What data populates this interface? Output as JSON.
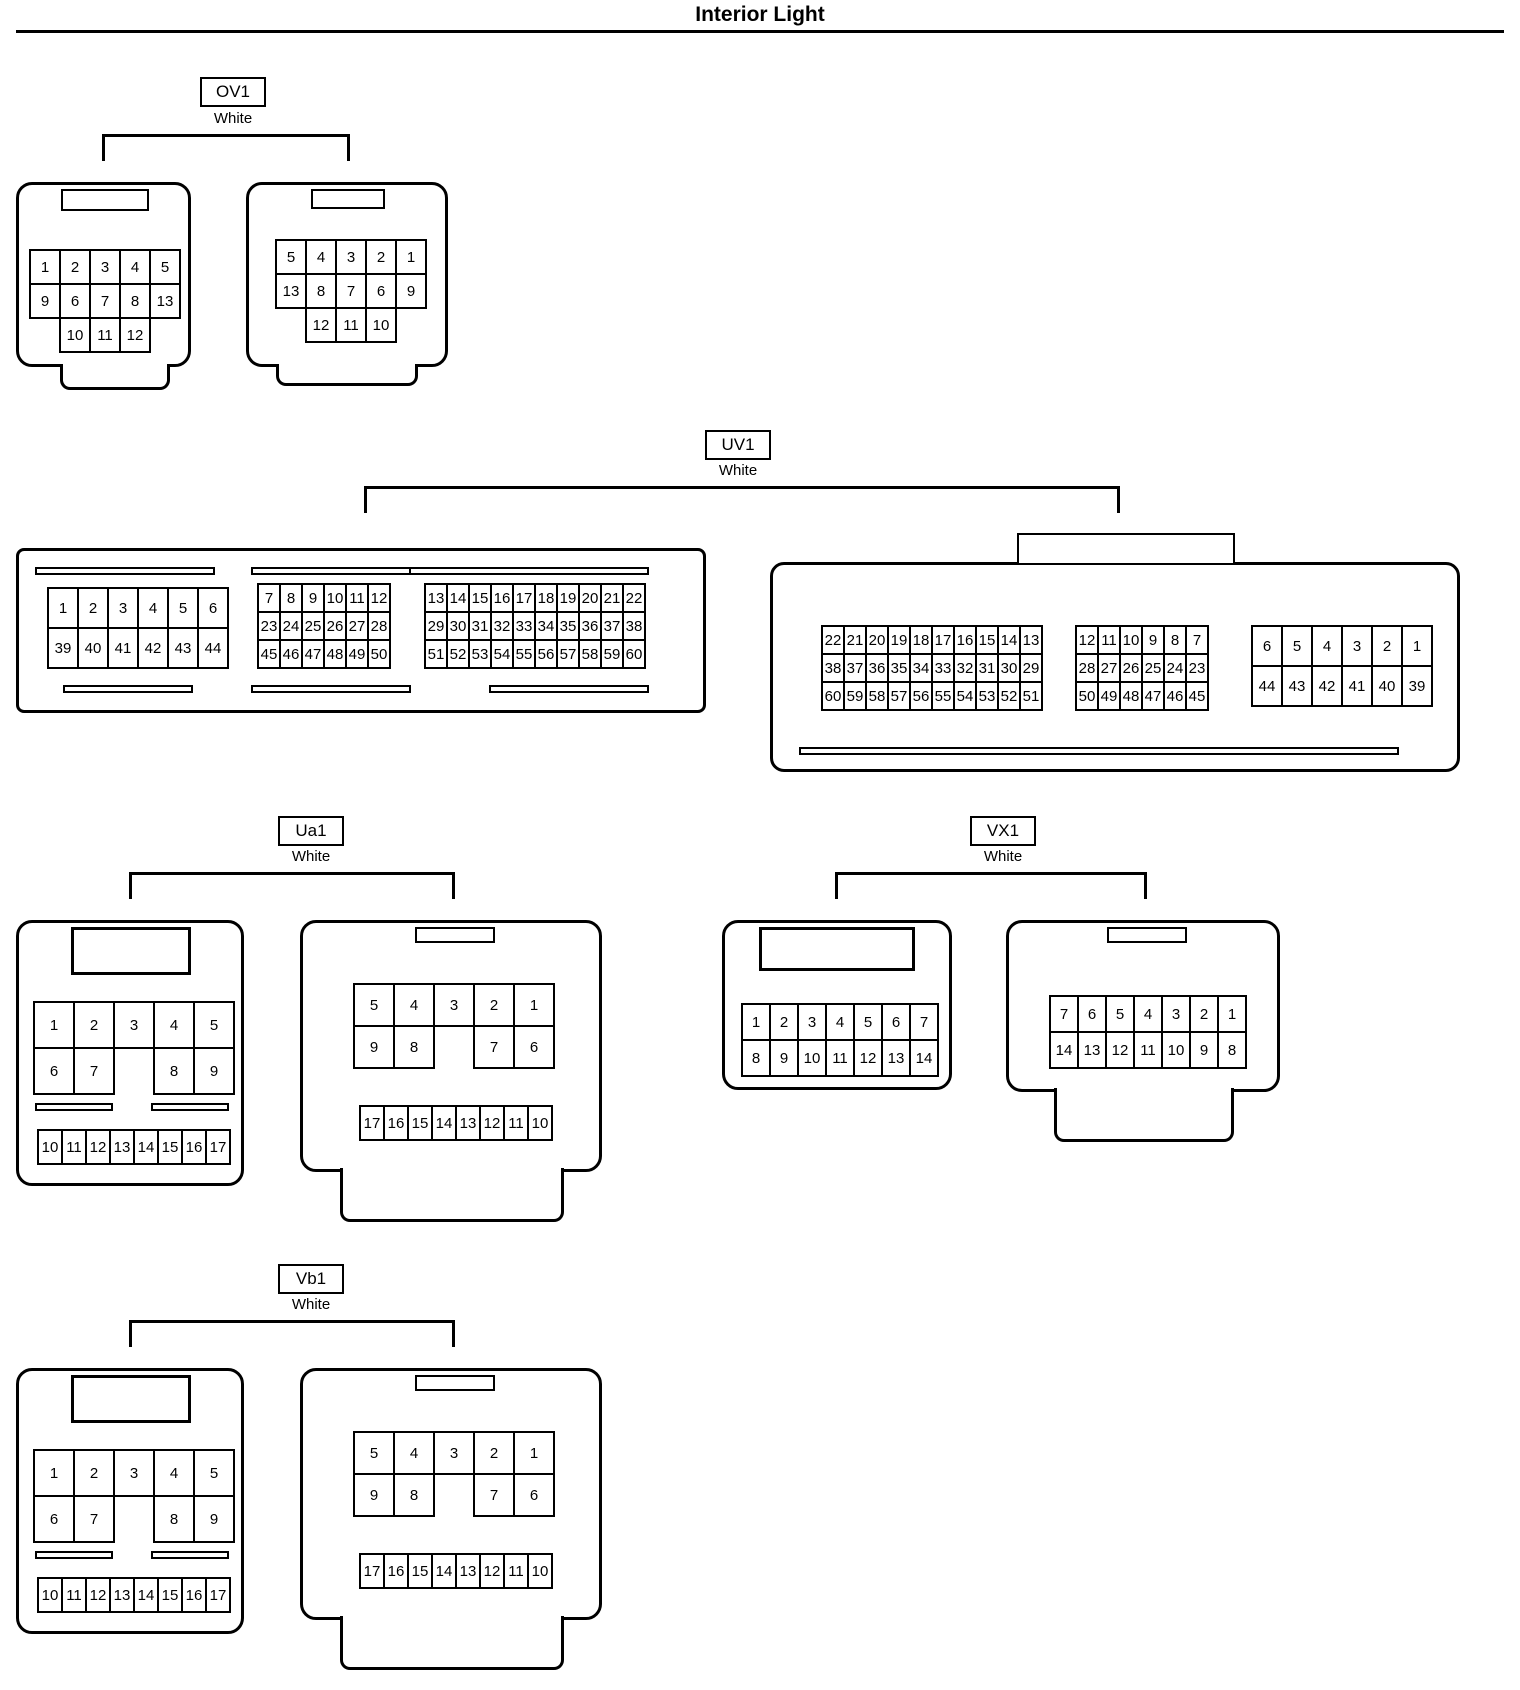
{
  "title": "Interior Light",
  "connectors": {
    "ov1": {
      "label": "OV1",
      "color": "White",
      "a": [
        [
          "1",
          "2",
          "3",
          "4",
          "5"
        ],
        [
          "9",
          "6",
          "7",
          "8",
          "13"
        ],
        [
          "",
          "10",
          "11",
          "12",
          ""
        ]
      ],
      "b": [
        [
          "5",
          "4",
          "3",
          "2",
          "1"
        ],
        [
          "13",
          "8",
          "7",
          "6",
          "9"
        ],
        [
          "",
          "12",
          "11",
          "10",
          ""
        ]
      ]
    },
    "uv1": {
      "label": "UV1",
      "color": "White",
      "a1": [
        [
          "1",
          "2",
          "3",
          "4",
          "5",
          "6"
        ],
        [
          "39",
          "40",
          "41",
          "42",
          "43",
          "44"
        ]
      ],
      "a2": [
        [
          "7",
          "8",
          "9",
          "10",
          "11",
          "12"
        ],
        [
          "23",
          "24",
          "25",
          "26",
          "27",
          "28"
        ],
        [
          "45",
          "46",
          "47",
          "48",
          "49",
          "50"
        ]
      ],
      "a3": [
        [
          "13",
          "14",
          "15",
          "16",
          "17",
          "18",
          "19",
          "20",
          "21",
          "22"
        ],
        [
          "29",
          "30",
          "31",
          "32",
          "33",
          "34",
          "35",
          "36",
          "37",
          "38"
        ],
        [
          "51",
          "52",
          "53",
          "54",
          "55",
          "56",
          "57",
          "58",
          "59",
          "60"
        ]
      ],
      "b1": [
        [
          "22",
          "21",
          "20",
          "19",
          "18",
          "17",
          "16",
          "15",
          "14",
          "13"
        ],
        [
          "38",
          "37",
          "36",
          "35",
          "34",
          "33",
          "32",
          "31",
          "30",
          "29"
        ],
        [
          "60",
          "59",
          "58",
          "57",
          "56",
          "55",
          "54",
          "53",
          "52",
          "51"
        ]
      ],
      "b2": [
        [
          "12",
          "11",
          "10",
          "9",
          "8",
          "7"
        ],
        [
          "28",
          "27",
          "26",
          "25",
          "24",
          "23"
        ],
        [
          "50",
          "49",
          "48",
          "47",
          "46",
          "45"
        ]
      ],
      "b3": [
        [
          "6",
          "5",
          "4",
          "3",
          "2",
          "1"
        ],
        [
          "44",
          "43",
          "42",
          "41",
          "40",
          "39"
        ]
      ]
    },
    "ua1": {
      "label": "Ua1",
      "color": "White",
      "a_top": [
        [
          "1",
          "2",
          "3",
          "4",
          "5"
        ],
        [
          "6",
          "7",
          "",
          "8",
          "9"
        ]
      ],
      "a_bottom": [
        [
          "10",
          "11",
          "12",
          "13",
          "14",
          "15",
          "16",
          "17"
        ]
      ],
      "b_top": [
        [
          "5",
          "4",
          "3",
          "2",
          "1"
        ],
        [
          "9",
          "8",
          "",
          "7",
          "6"
        ]
      ],
      "b_bottom": [
        [
          "17",
          "16",
          "15",
          "14",
          "13",
          "12",
          "11",
          "10"
        ]
      ]
    },
    "vx1": {
      "label": "VX1",
      "color": "White",
      "a": [
        [
          "1",
          "2",
          "3",
          "4",
          "5",
          "6",
          "7"
        ],
        [
          "8",
          "9",
          "10",
          "11",
          "12",
          "13",
          "14"
        ]
      ],
      "b": [
        [
          "7",
          "6",
          "5",
          "4",
          "3",
          "2",
          "1"
        ],
        [
          "14",
          "13",
          "12",
          "11",
          "10",
          "9",
          "8"
        ]
      ]
    },
    "vb1": {
      "label": "Vb1",
      "color": "White",
      "a_top": [
        [
          "1",
          "2",
          "3",
          "4",
          "5"
        ],
        [
          "6",
          "7",
          "",
          "8",
          "9"
        ]
      ],
      "a_bottom": [
        [
          "10",
          "11",
          "12",
          "13",
          "14",
          "15",
          "16",
          "17"
        ]
      ],
      "b_top": [
        [
          "5",
          "4",
          "3",
          "2",
          "1"
        ],
        [
          "9",
          "8",
          "",
          "7",
          "6"
        ]
      ],
      "b_bottom": [
        [
          "17",
          "16",
          "15",
          "14",
          "13",
          "12",
          "11",
          "10"
        ]
      ]
    }
  }
}
